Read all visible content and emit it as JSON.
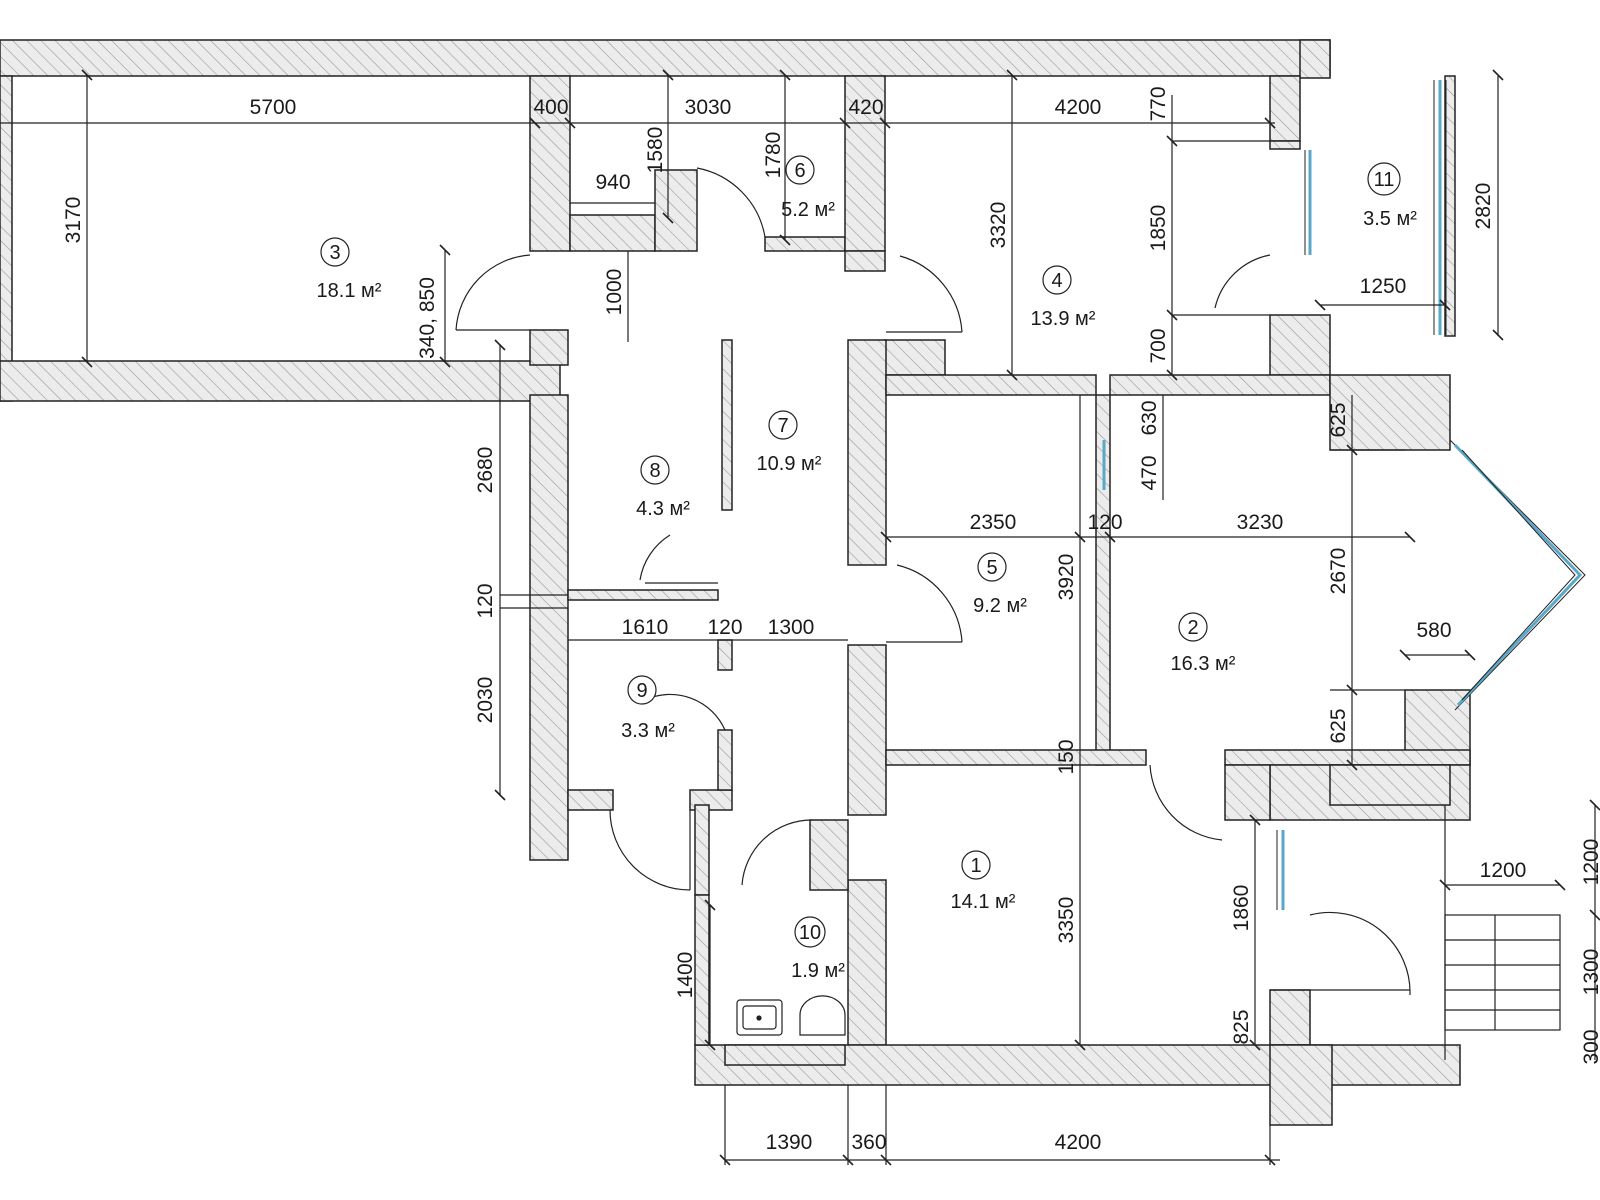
{
  "rooms": [
    {
      "num": "1",
      "area": "14.1 м²"
    },
    {
      "num": "2",
      "area": "16.3 м²"
    },
    {
      "num": "3",
      "area": "18.1 м²"
    },
    {
      "num": "4",
      "area": "13.9 м²"
    },
    {
      "num": "5",
      "area": "9.2 м²"
    },
    {
      "num": "6",
      "area": "5.2 м²"
    },
    {
      "num": "7",
      "area": "10.9 м²"
    },
    {
      "num": "8",
      "area": "4.3 м²"
    },
    {
      "num": "9",
      "area": "3.3 м²"
    },
    {
      "num": "10",
      "area": "1.9 м²"
    },
    {
      "num": "11",
      "area": "3.5 м²"
    }
  ],
  "dimensions": {
    "d5700": "5700",
    "d400": "400",
    "d3030": "3030",
    "d420": "420",
    "d4200_top": "4200",
    "d770": "770",
    "d1580": "1580",
    "d1780": "1780",
    "d940": "940",
    "d3170": "3170",
    "d340_850": "340, 850",
    "d1000": "1000",
    "d3320": "3320",
    "d1850": "1850",
    "d700": "700",
    "d2820": "2820",
    "d1250": "1250",
    "d2680": "2680",
    "d625_top": "625",
    "d630": "630",
    "d470": "470",
    "d2350": "2350",
    "d120_mid": "120",
    "d3230": "3230",
    "d3920": "3920",
    "d2670": "2670",
    "d120_left": "120",
    "d1610": "1610",
    "d120_hall": "120",
    "d1300_hall": "1300",
    "d580": "580",
    "d2030": "2030",
    "d625_bottom": "625",
    "d150": "150",
    "d1200_v": "1200",
    "d1200_h": "1200",
    "d1860": "1860",
    "d3350": "3350",
    "d1400": "1400",
    "d1300_v": "1300",
    "d825": "825",
    "d300": "300",
    "d1390": "1390",
    "d360": "360",
    "d4200_bottom": "4200"
  }
}
